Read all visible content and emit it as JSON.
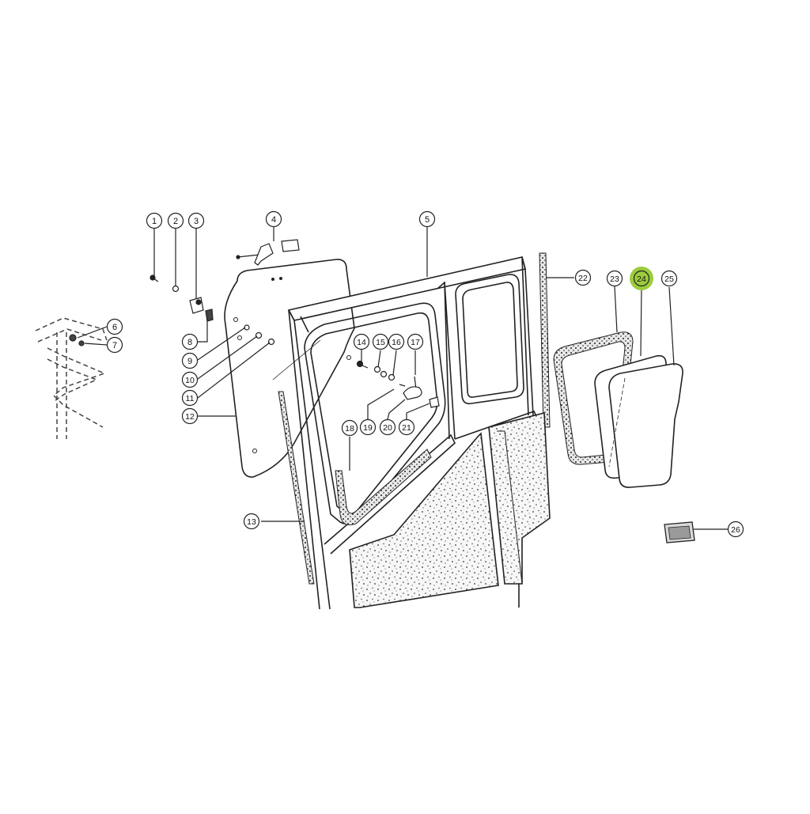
{
  "diagram": {
    "highlight_color": "#9ccc3c",
    "highlighted_label": "24",
    "callouts": [
      {
        "label": "1"
      },
      {
        "label": "2"
      },
      {
        "label": "3"
      },
      {
        "label": "4"
      },
      {
        "label": "5"
      },
      {
        "label": "6"
      },
      {
        "label": "7"
      },
      {
        "label": "8"
      },
      {
        "label": "9"
      },
      {
        "label": "10"
      },
      {
        "label": "11"
      },
      {
        "label": "12"
      },
      {
        "label": "13"
      },
      {
        "label": "14"
      },
      {
        "label": "15"
      },
      {
        "label": "16"
      },
      {
        "label": "17"
      },
      {
        "label": "18"
      },
      {
        "label": "19"
      },
      {
        "label": "20"
      },
      {
        "label": "21"
      },
      {
        "label": "22"
      },
      {
        "label": "23"
      },
      {
        "label": "24"
      },
      {
        "label": "25"
      },
      {
        "label": "26"
      }
    ]
  }
}
